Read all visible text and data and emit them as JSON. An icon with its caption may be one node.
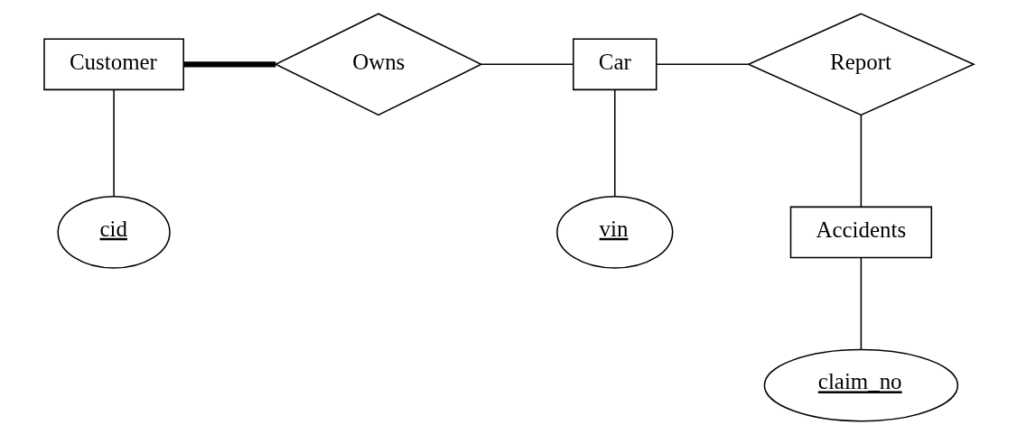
{
  "diagram": {
    "nodes": [
      {
        "text": [
          "Customer"
        ]
      },
      {
        "text": [
          "Owns"
        ]
      },
      {
        "text": [
          "Car"
        ]
      },
      {
        "text": [
          "Report"
        ]
      },
      {
        "text": [
          "cid"
        ]
      },
      {
        "text": [
          "vin"
        ]
      },
      {
        "text": [
          "Accidents"
        ]
      },
      {
        "text": [
          "claim_no"
        ]
      }
    ],
    "edges": [
      {
        "from": 0,
        "to": 1,
        "arrow": "none",
        "style": "thick"
      },
      {
        "from": 1,
        "to": 2,
        "arrow": "none"
      },
      {
        "from": 2,
        "to": 3,
        "arrow": "none"
      },
      {
        "from": 0,
        "to": 4,
        "arrow": "none"
      },
      {
        "from": 2,
        "to": 5,
        "arrow": "none"
      },
      {
        "from": 3,
        "to": 6,
        "arrow": "none"
      },
      {
        "from": 6,
        "to": 7,
        "arrow": "none"
      }
    ]
  }
}
